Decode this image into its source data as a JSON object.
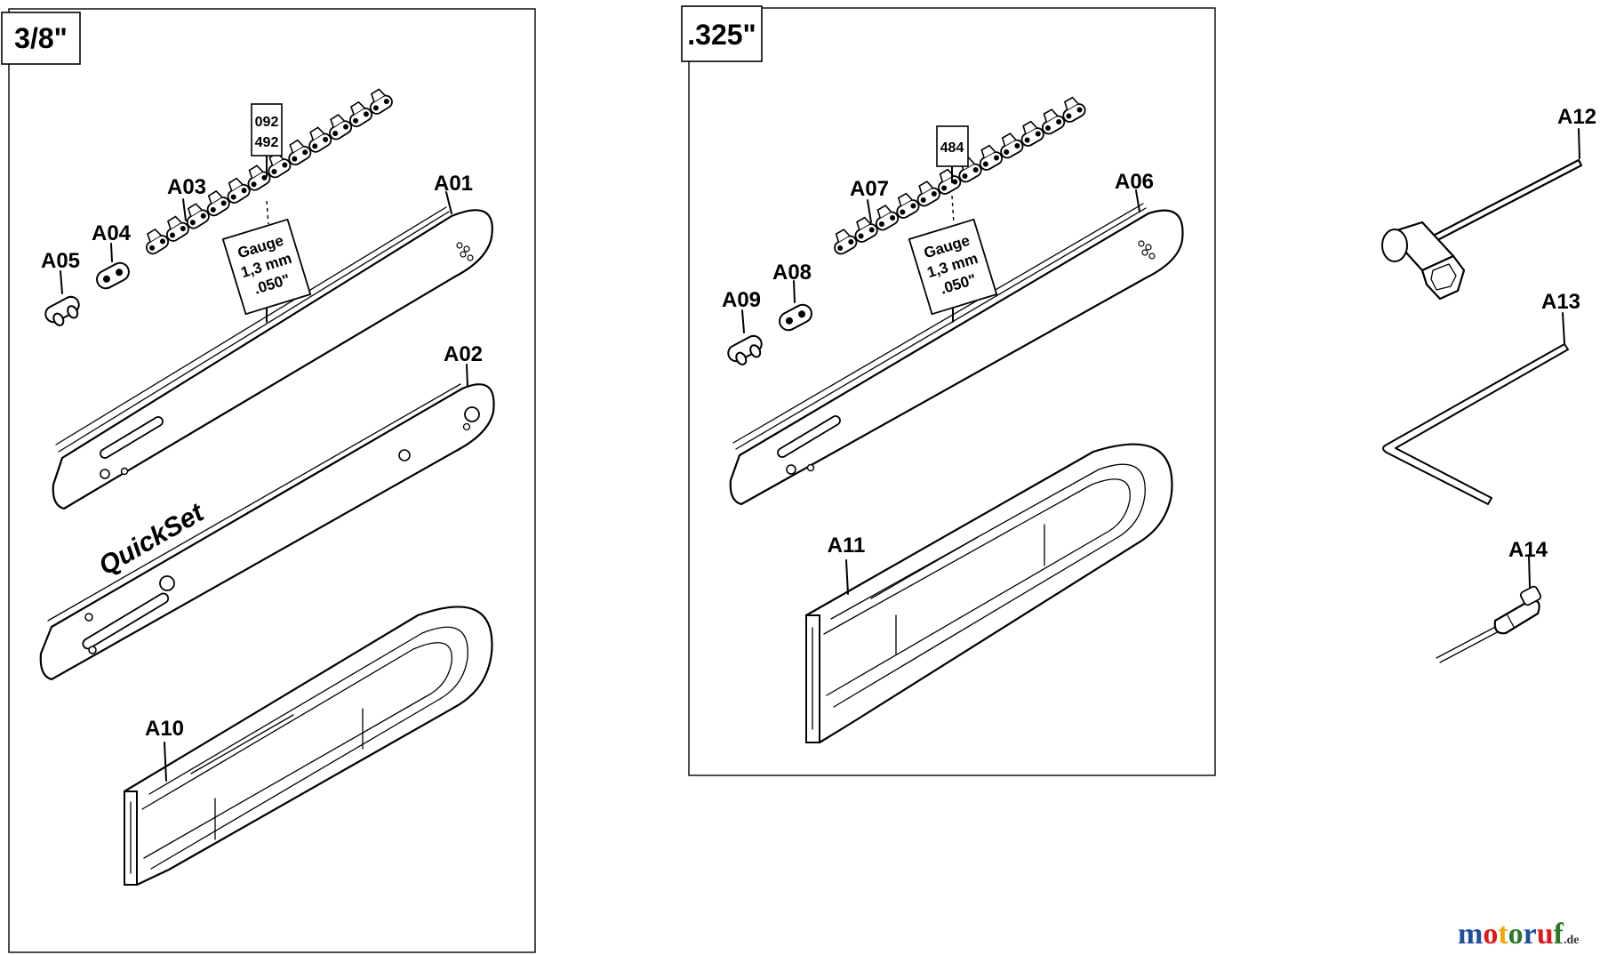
{
  "panels": {
    "left_title": "3/8\"",
    "middle_title": ".325\""
  },
  "parts": {
    "A01": "A01",
    "A02": "A02",
    "A03": "A03",
    "A04": "A04",
    "A05": "A05",
    "A06": "A06",
    "A07": "A07",
    "A08": "A08",
    "A09": "A09",
    "A10": "A10",
    "A11": "A11",
    "A12": "A12",
    "A13": "A13",
    "A14": "A14"
  },
  "chain_tags": {
    "left_line1": "092",
    "left_line2": "492",
    "middle": "484"
  },
  "gauge": {
    "line1": "Gauge",
    "line2": "1,3 mm",
    "line3": ".050\""
  },
  "bar_text": "QuickSet",
  "watermark": {
    "letters": [
      "m",
      "o",
      "t",
      "o",
      "r",
      "u",
      "f"
    ],
    "suffix": ".de",
    "colors": [
      "#1f4e9c",
      "#e3161b",
      "#f6a800",
      "#2a7a2c",
      "#1f4e9c",
      "#e3161b",
      "#2a7a2c"
    ]
  }
}
